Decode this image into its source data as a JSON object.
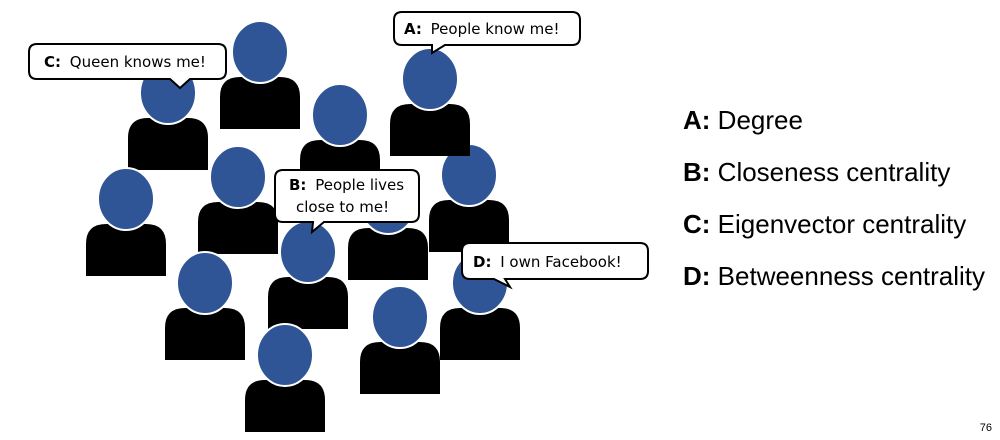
{
  "bubbles": {
    "a": {
      "key": "A:",
      "text": "People know me!"
    },
    "b": {
      "key": "B:",
      "line1": "People lives",
      "line2": "close to me!"
    },
    "c": {
      "key": "C:",
      "text": "Queen knows me!"
    },
    "d": {
      "key": "D:",
      "text": "I own Facebook!"
    }
  },
  "legend": [
    {
      "key": "A:",
      "label": "Degree"
    },
    {
      "key": "B:",
      "label": "Closeness centrality"
    },
    {
      "key": "C:",
      "label": "Eigenvector centrality"
    },
    {
      "key": "D:",
      "label": "Betweenness centrality"
    }
  ],
  "page_number": "76",
  "colors": {
    "person": "#2f5597",
    "bubble_border": "#000000",
    "bubble_fill": "#ffffff"
  }
}
